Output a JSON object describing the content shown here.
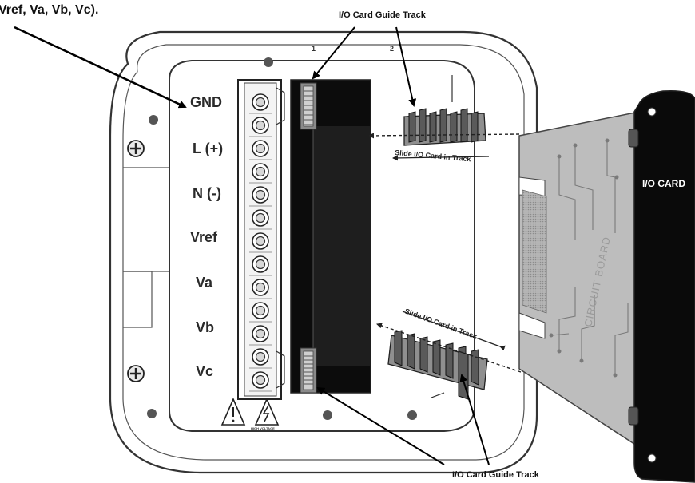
{
  "header_text": "Vref, Va, Vb, Vc).",
  "terminals": [
    "GND",
    "L (+)",
    "N (-)",
    "Vref",
    "Va",
    "Vb",
    "Vc"
  ],
  "slot_numbers": [
    "1",
    "2"
  ],
  "guide_track_top": "I/O Card Guide Track",
  "guide_track_bottom": "I/O Card Guide Track",
  "slide_label_upper": "Slide I/O Card in Track",
  "slide_label_lower": "Slide I/O Card in Track",
  "card_label": "I/O CARD",
  "board_label": "CIRCUIT BOARD",
  "hv_label": "HIGH VOLTAGE"
}
